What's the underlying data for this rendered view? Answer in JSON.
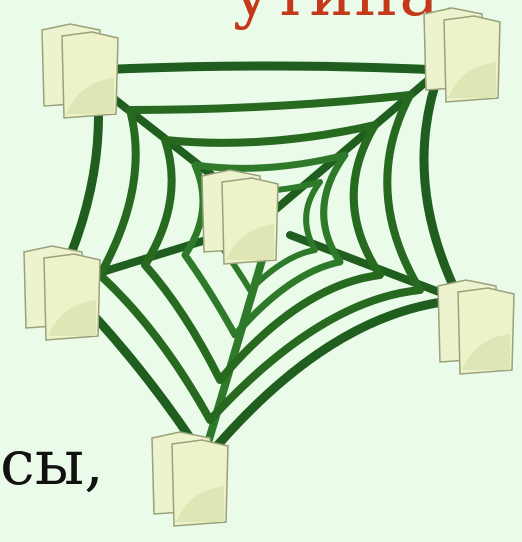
{
  "title_fragment": "утина.",
  "body_fragment": "сы,",
  "colors": {
    "background": "#eafbe9",
    "title": "#c5391a",
    "body_text": "#111111",
    "web_strands": "#2f7a2a",
    "web_strands_dark": "#1f5e1f",
    "page_fill": "#eef3cf",
    "page_border": "#9aa07a"
  },
  "nodes": [
    {
      "id": "top-left",
      "icon": "documents-icon"
    },
    {
      "id": "top-right",
      "icon": "documents-icon"
    },
    {
      "id": "center",
      "icon": "documents-icon"
    },
    {
      "id": "left",
      "icon": "documents-icon"
    },
    {
      "id": "right",
      "icon": "documents-icon"
    },
    {
      "id": "bottom",
      "icon": "documents-icon"
    }
  ]
}
